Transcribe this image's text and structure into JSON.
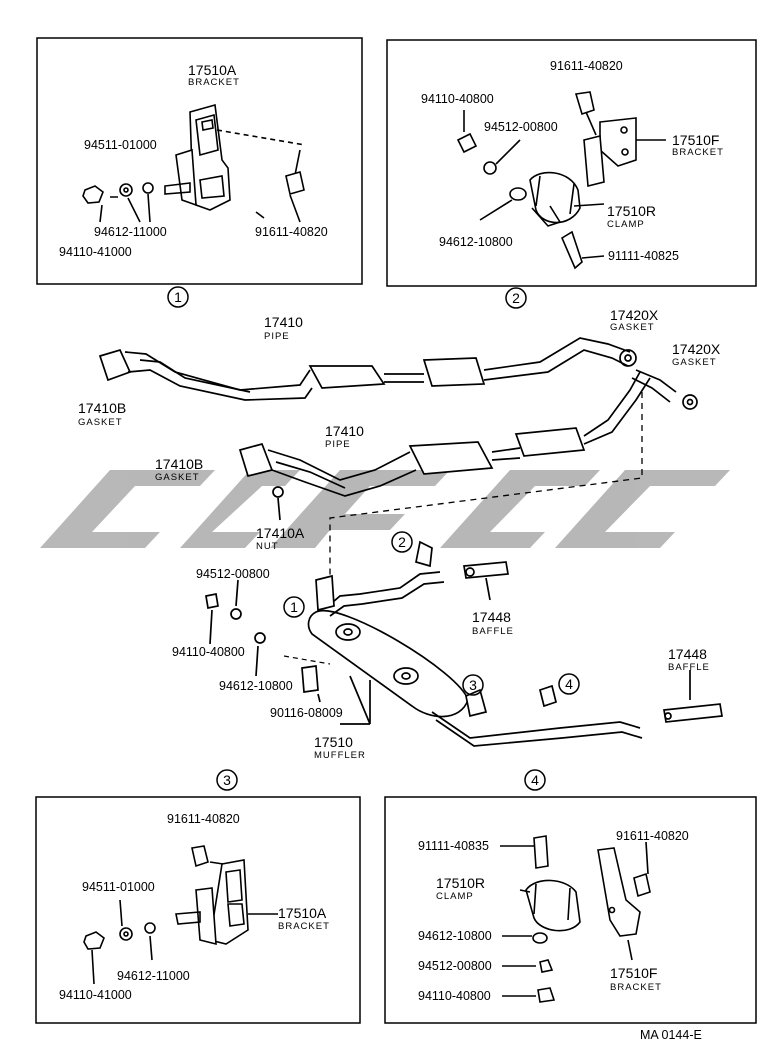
{
  "watermark": {
    "color": "#b4b4b4"
  },
  "callouts": {
    "c1": "1",
    "c2": "2",
    "c3": "3",
    "c4": "4"
  },
  "panel1": {
    "bracket_no": "17510A",
    "bracket_lbl": "BRACKET",
    "p1": "94511-01000",
    "p2": "94612-11000",
    "p3": "94110-41000",
    "p4": "91611-40820"
  },
  "panel2": {
    "p1": "91611-40820",
    "p2": "94110-40800",
    "p3": "94512-00800",
    "bracket_no": "17510F",
    "bracket_lbl": "BRACKET",
    "clamp_no": "17510R",
    "clamp_lbl": "CLAMP",
    "p4": "94612-10800",
    "p5": "91111-40825"
  },
  "main": {
    "pipe1_no": "17410",
    "pipe1_lbl": "PIPE",
    "gx1_no": "17420X",
    "gx1_lbl": "GASKET",
    "gx2_no": "17420X",
    "gx2_lbl": "GASKET",
    "gb1_no": "17410B",
    "gb1_lbl": "GASKET",
    "pipe2_no": "17410",
    "pipe2_lbl": "PIPE",
    "gb2_no": "17410B",
    "gb2_lbl": "GASKET",
    "nut_no": "17410A",
    "nut_lbl": "NUT",
    "p_94512": "94512-00800",
    "p_94110": "94110-40800",
    "p_94612": "94612-10800",
    "p_90116": "90116-08009",
    "muffler_no": "17510",
    "muffler_lbl": "MUFFLER",
    "baffle1_no": "17448",
    "baffle1_lbl": "BAFFLE",
    "baffle2_no": "17448",
    "baffle2_lbl": "BAFFLE"
  },
  "panel3": {
    "p1": "91611-40820",
    "p2": "94511-01000",
    "bracket_no": "17510A",
    "bracket_lbl": "BRACKET",
    "p3": "94612-11000",
    "p4": "94110-41000"
  },
  "panel4": {
    "p1": "91111-40835",
    "p2": "91611-40820",
    "clamp_no": "17510R",
    "clamp_lbl": "CLAMP",
    "p3": "94612-10800",
    "p4": "94512-00800",
    "p5": "94110-40800",
    "bracket_no": "17510F",
    "bracket_lbl": "BRACKET"
  },
  "footer": {
    "code": "MA 0144-E"
  }
}
